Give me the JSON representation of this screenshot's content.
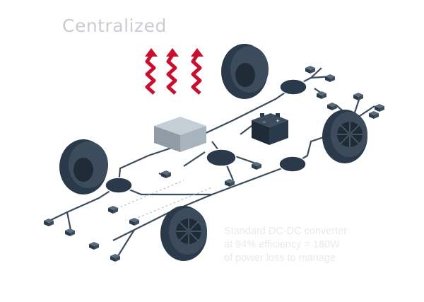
{
  "title": "Centralized",
  "note": {
    "line1": "Standard DC-DC converter",
    "line2": "at 94% efficiency = 180W",
    "line3": "of power loss to manage"
  },
  "colors": {
    "heat": "#c8102e",
    "tire": "#2b3a4a",
    "harness": "#3d4c5c",
    "converter": "#a8b4bd",
    "title": "#c9cdd2"
  },
  "icons": [
    "heat-wave-icon",
    "battery-icon"
  ]
}
